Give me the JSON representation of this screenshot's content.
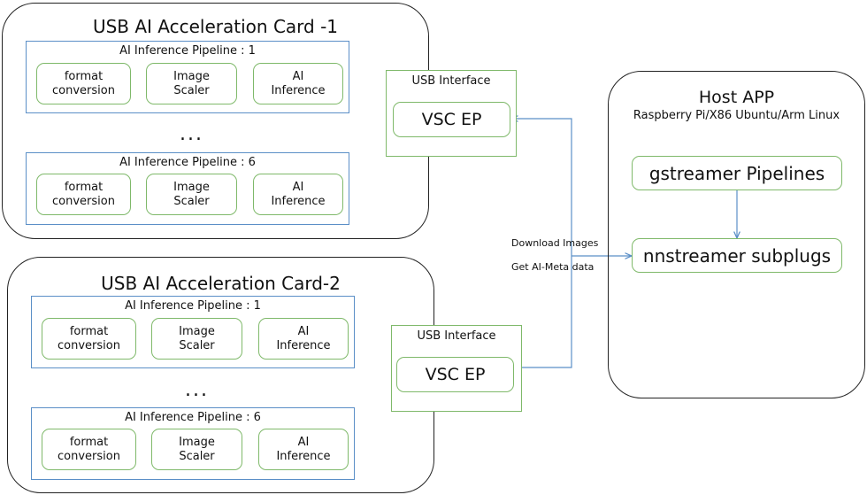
{
  "cards": [
    {
      "title": "USB AI Acceleration Card -1",
      "pipelines": [
        {
          "title": "AI  Inference Pipeline : 1",
          "stages": [
            "format\nconversion",
            "Image\nScaler",
            "AI\nInference"
          ]
        },
        {
          "title": "AI  Inference Pipeline : 6",
          "stages": [
            "format\nconversion",
            "Image\nScaler",
            "AI\nInference"
          ]
        }
      ],
      "ellipsis": "...",
      "usb_interface": "USB Interface",
      "endpoint": "VSC EP"
    },
    {
      "title": "USB AI Acceleration Card-2",
      "pipelines": [
        {
          "title": "AI  Inference Pipeline : 1",
          "stages": [
            "format\nconversion",
            "Image\nScaler",
            "AI\nInference"
          ]
        },
        {
          "title": "AI  Inference Pipeline : 6",
          "stages": [
            "format\nconversion",
            "Image\nScaler",
            "AI\nInference"
          ]
        }
      ],
      "ellipsis": "...",
      "usb_interface": "USB Interface",
      "endpoint": "VSC EP"
    }
  ],
  "host": {
    "title": "Host APP",
    "subtitle": "Raspberry Pi/X86 Ubuntu/Arm Linux",
    "gstreamer": "gstreamer Pipelines",
    "nnstreamer": "nnstreamer subplugs"
  },
  "link_labels": {
    "download": "Download Images",
    "metadata": "Get AI-Meta data"
  },
  "colors": {
    "pipeline_border": "#5b8fc7",
    "box_border": "#7fb96a",
    "arrow": "#5b8fc7"
  }
}
